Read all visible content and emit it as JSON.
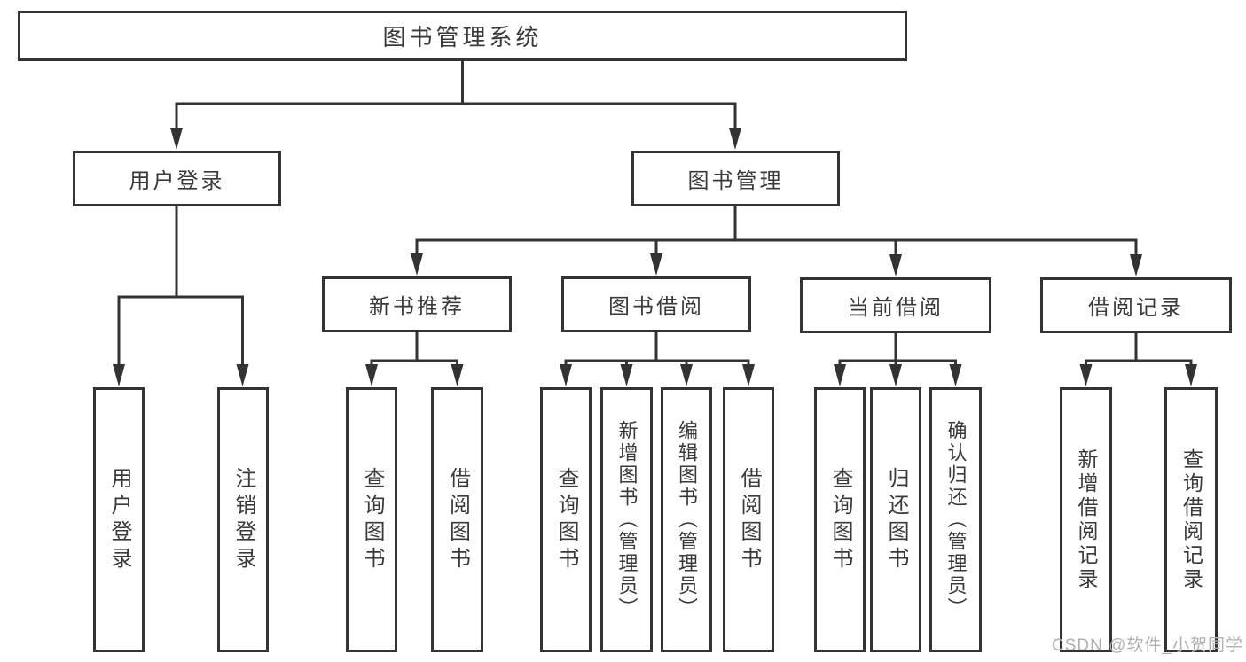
{
  "diagram": {
    "root": "图书管理系统",
    "level2": [
      "用户登录",
      "图书管理"
    ],
    "level3": [
      "新书推荐",
      "图书借阅",
      "当前借阅",
      "借阅记录"
    ],
    "leaves": [
      "用户登录",
      "注销登录",
      "查询图书",
      "借阅图书",
      "查询图书",
      "新增图书（管理员）",
      "编辑图书（管理员）",
      "借阅图书",
      "查询图书",
      "归还图书",
      "确认归还（管理员）",
      "新增借阅记录",
      "查询借阅记录"
    ]
  },
  "watermark": "CSDN @软件_小贺同学",
  "colors": {
    "line": "#333333",
    "text": "#3a3a3a",
    "background": "#ffffff",
    "watermark": "#b0b0b0"
  }
}
